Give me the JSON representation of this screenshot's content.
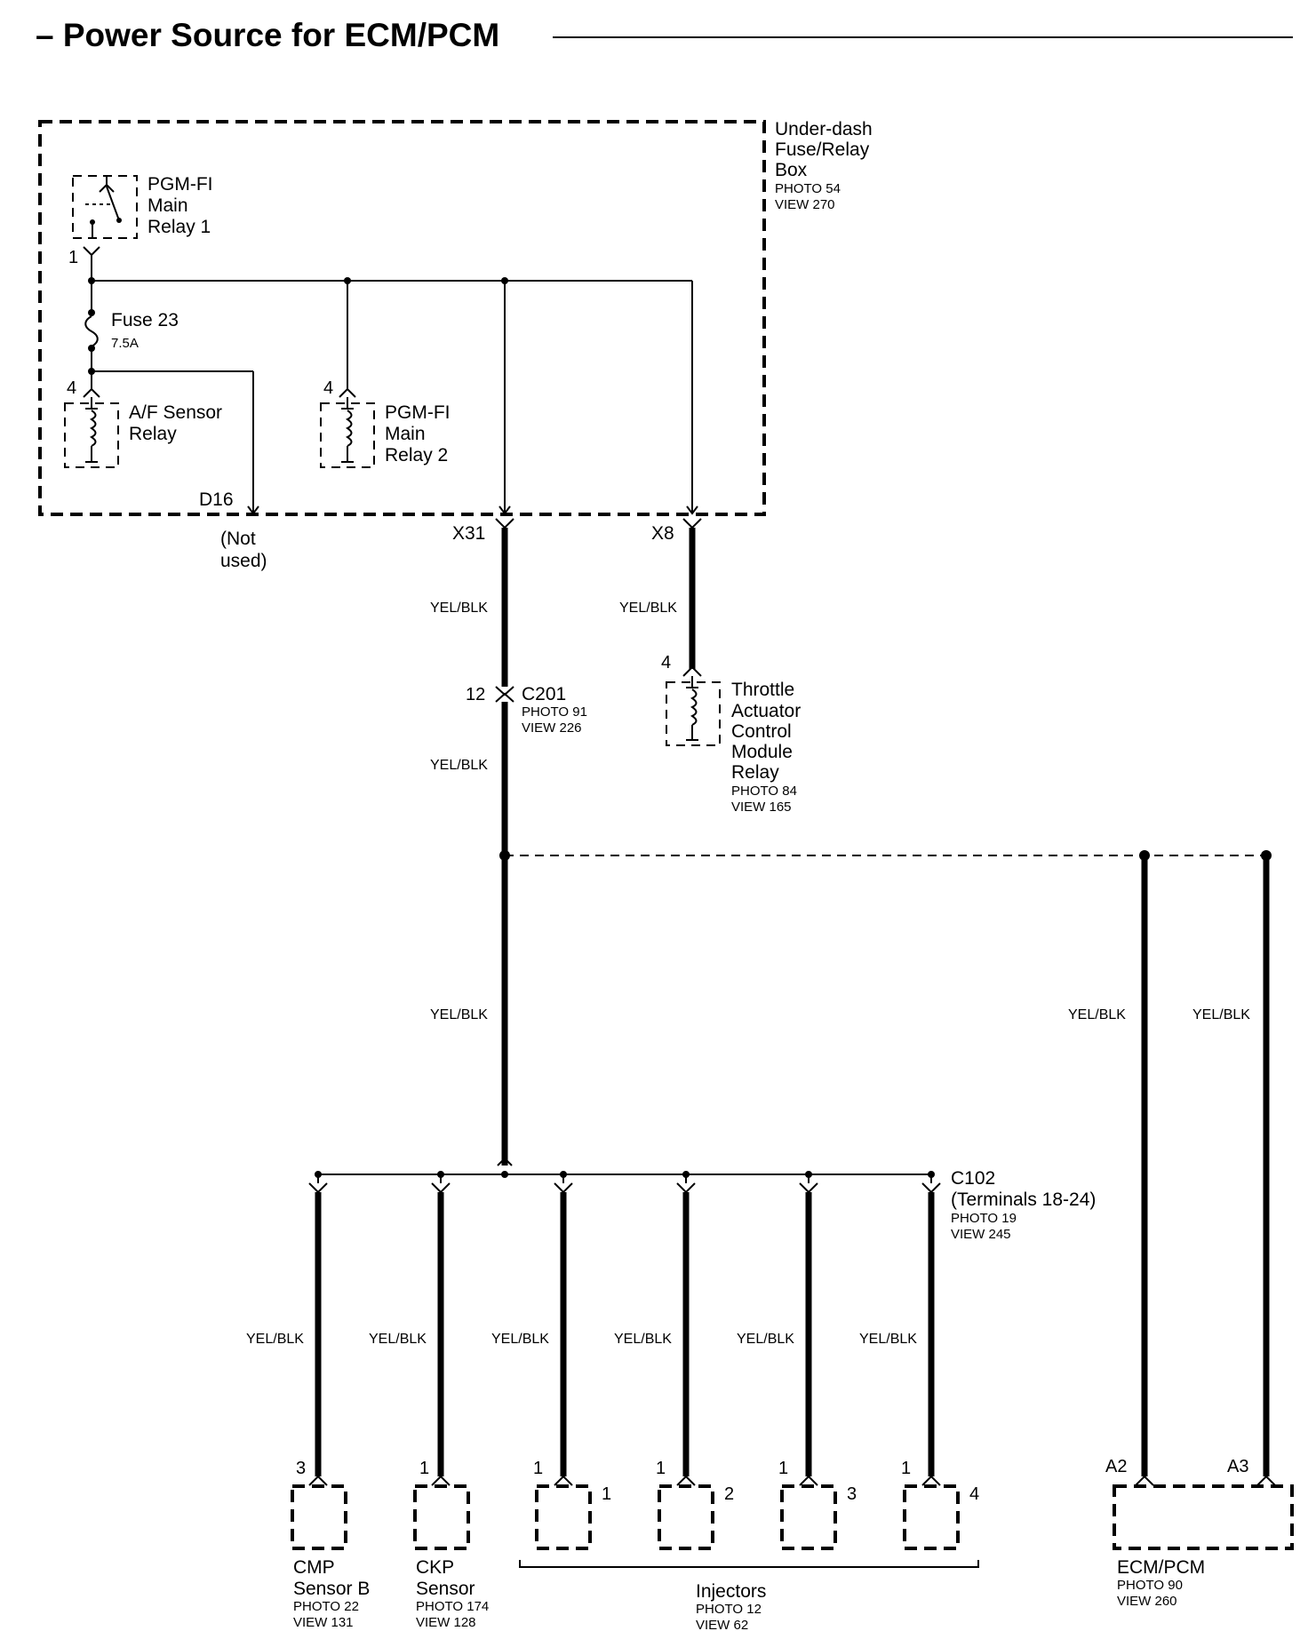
{
  "title": "– Power Source for ECM/PCM",
  "fuse_box": {
    "name_lines": [
      "Under-dash",
      "Fuse/Relay",
      "Box"
    ],
    "photo": "PHOTO 54",
    "view": "VIEW 270"
  },
  "main_relay_1": {
    "name_lines": [
      "PGM-FI",
      "Main",
      "Relay 1"
    ],
    "pin": "1"
  },
  "fuse": {
    "name": "Fuse 23",
    "rating": "7.5A"
  },
  "af_relay": {
    "name_lines": [
      "A/F Sensor",
      "Relay"
    ],
    "pin": "4"
  },
  "main_relay_2": {
    "name_lines": [
      "PGM-FI",
      "Main",
      "Relay 2"
    ],
    "pin": "4"
  },
  "terminals": {
    "d16": "D16",
    "not_used_lines": [
      "(Not",
      "used)"
    ],
    "x31": "X31",
    "x8": "X8"
  },
  "wire_color": "YEL/BLK",
  "c201": {
    "pin": "12",
    "name": "C201",
    "photo": "PHOTO 91",
    "view": "VIEW 226"
  },
  "tac_relay": {
    "pin": "4",
    "name_lines": [
      "Throttle",
      "Actuator",
      "Control",
      "Module",
      "Relay"
    ],
    "photo": "PHOTO 84",
    "view": "VIEW 165"
  },
  "c102": {
    "name": "C102",
    "terminals": "(Terminals 18-24)",
    "photo": "PHOTO 19",
    "view": "VIEW 245"
  },
  "cmp_sensor": {
    "pin": "3",
    "name_lines": [
      "CMP",
      "Sensor B"
    ],
    "photo": "PHOTO 22",
    "view": "VIEW 131"
  },
  "ckp_sensor": {
    "pin": "1",
    "name_lines": [
      "CKP",
      "Sensor"
    ],
    "photo": "PHOTO 174",
    "view": "VIEW 128"
  },
  "injectors": {
    "name": "Injectors",
    "photo": "PHOTO 12",
    "view": "VIEW 62",
    "items": [
      {
        "pin": "1",
        "number": "1"
      },
      {
        "pin": "1",
        "number": "2"
      },
      {
        "pin": "1",
        "number": "3"
      },
      {
        "pin": "1",
        "number": "4"
      }
    ]
  },
  "ecm": {
    "name": "ECM/PCM",
    "photo": "PHOTO 90",
    "view": "VIEW 260",
    "pin_a2": "A2",
    "pin_a3": "A3"
  }
}
